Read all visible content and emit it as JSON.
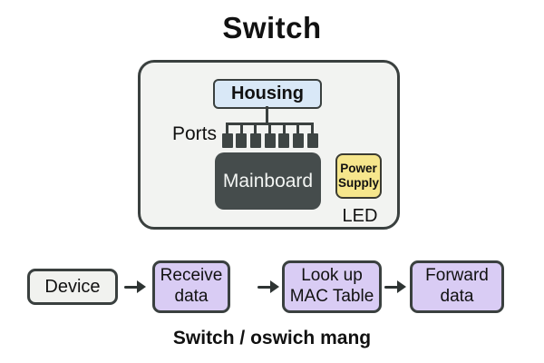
{
  "title": "Switch",
  "colors": {
    "stroke": "#3a403f",
    "panel_fill": "#f2f3f1",
    "housing_fill": "#d9e8f7",
    "mainboard_fill": "#454c4c",
    "mainboard_text": "#f3f5f3",
    "power_fill": "#f6e68c",
    "purple_fill": "#d9ccf4",
    "device_fill": "#f1f2ef",
    "ink": "#111111"
  },
  "switch_diagram": {
    "housing_label": "Housing",
    "ports_label": "Ports",
    "ports_count": 7,
    "mainboard_label": "Mainboard",
    "power_supply_label": "Power Supply",
    "led_label": "LED"
  },
  "flow": {
    "steps": [
      {
        "label": "Device"
      },
      {
        "label": "Receive data"
      },
      {
        "label": "Look up MAC Table"
      },
      {
        "label": "Forward data"
      }
    ]
  },
  "caption": "Switch / oswich mang"
}
